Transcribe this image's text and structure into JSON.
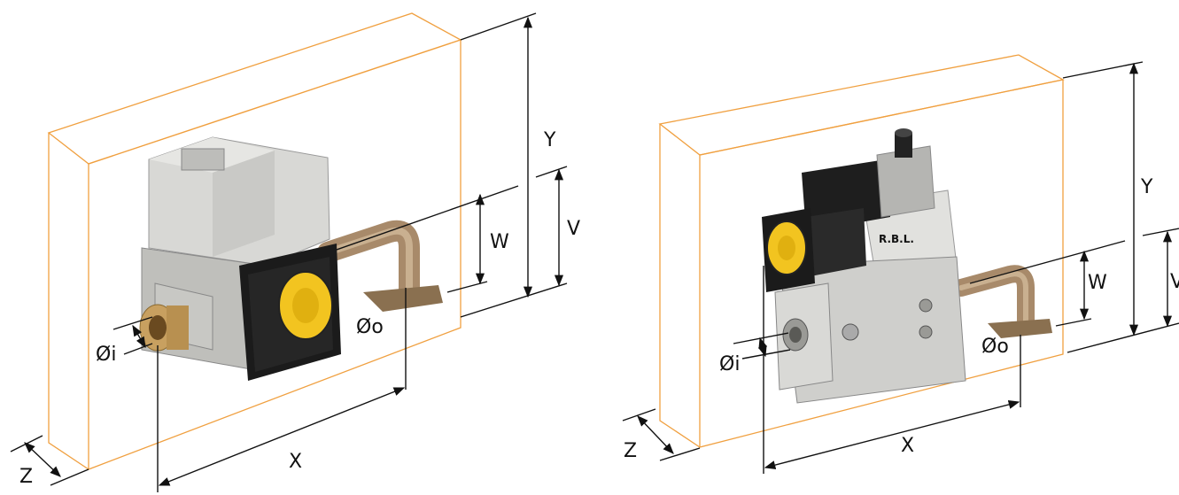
{
  "colors": {
    "box_outline": "#f0a040",
    "dimension_line": "#111111",
    "valve_body_grey": "#cfcfcc",
    "pressure_switch_black": "#1b1b1b",
    "gauge_yellow": "#f2c420",
    "pipe_bronze": "#a88a6a",
    "brass_inlet": "#c8a060"
  },
  "left_figure": {
    "labels": {
      "y": "Y",
      "v": "V",
      "w": "W",
      "x": "X",
      "z": "Z",
      "inlet": "Øi",
      "outlet": "Øo"
    }
  },
  "right_figure": {
    "labels": {
      "y": "Y",
      "v": "V",
      "w": "W",
      "x": "X",
      "z": "Z",
      "inlet": "Øi",
      "outlet": "Øo"
    },
    "device_text": "R.B.L."
  }
}
